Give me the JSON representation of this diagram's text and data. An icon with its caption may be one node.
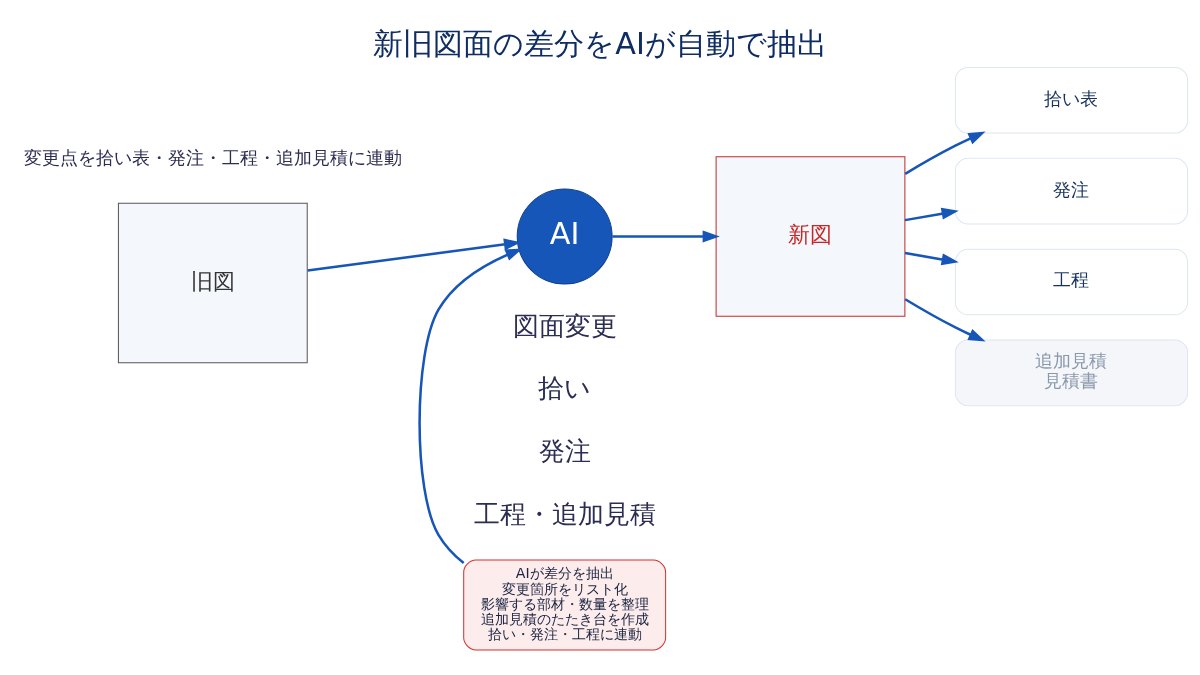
{
  "diagram": {
    "title": "新旧図面の差分をAIが自動で抽出",
    "nodes": [
      {
        "text": [
          "旧図"
        ]
      },
      {
        "text": [
          "AI"
        ]
      },
      {
        "text": [
          "新図"
        ]
      },
      {
        "text": [
          "AIが差分を抽出",
          "変更箇所をリスト化",
          "影響する部材・数量を整理",
          "追加見積のたたき台を作成",
          "拾い・発注・工程に連動"
        ]
      },
      {
        "text": [
          "拾い表"
        ]
      },
      {
        "text": [
          "発注"
        ]
      },
      {
        "text": [
          "工程"
        ]
      },
      {
        "text": [
          "追加見積",
          "見積書"
        ]
      }
    ],
    "edges": [
      {
        "from": 0,
        "to": 1,
        "arrow": "to"
      },
      {
        "from": 1,
        "to": 2,
        "arrow": "to"
      },
      {
        "from": 3,
        "to": 1,
        "arrow": "to"
      },
      {
        "from": 2,
        "to": 4,
        "arrow": "to"
      },
      {
        "from": 2,
        "to": 5,
        "arrow": "to"
      },
      {
        "from": 2,
        "to": 6,
        "arrow": "to"
      },
      {
        "from": 2,
        "to": 7,
        "arrow": "to"
      }
    ],
    "labels": [
      "変更点を拾い表・発注・工程・追加見積に連動",
      "図面変更",
      "拾い",
      "発注",
      "工程・追加見積"
    ]
  }
}
